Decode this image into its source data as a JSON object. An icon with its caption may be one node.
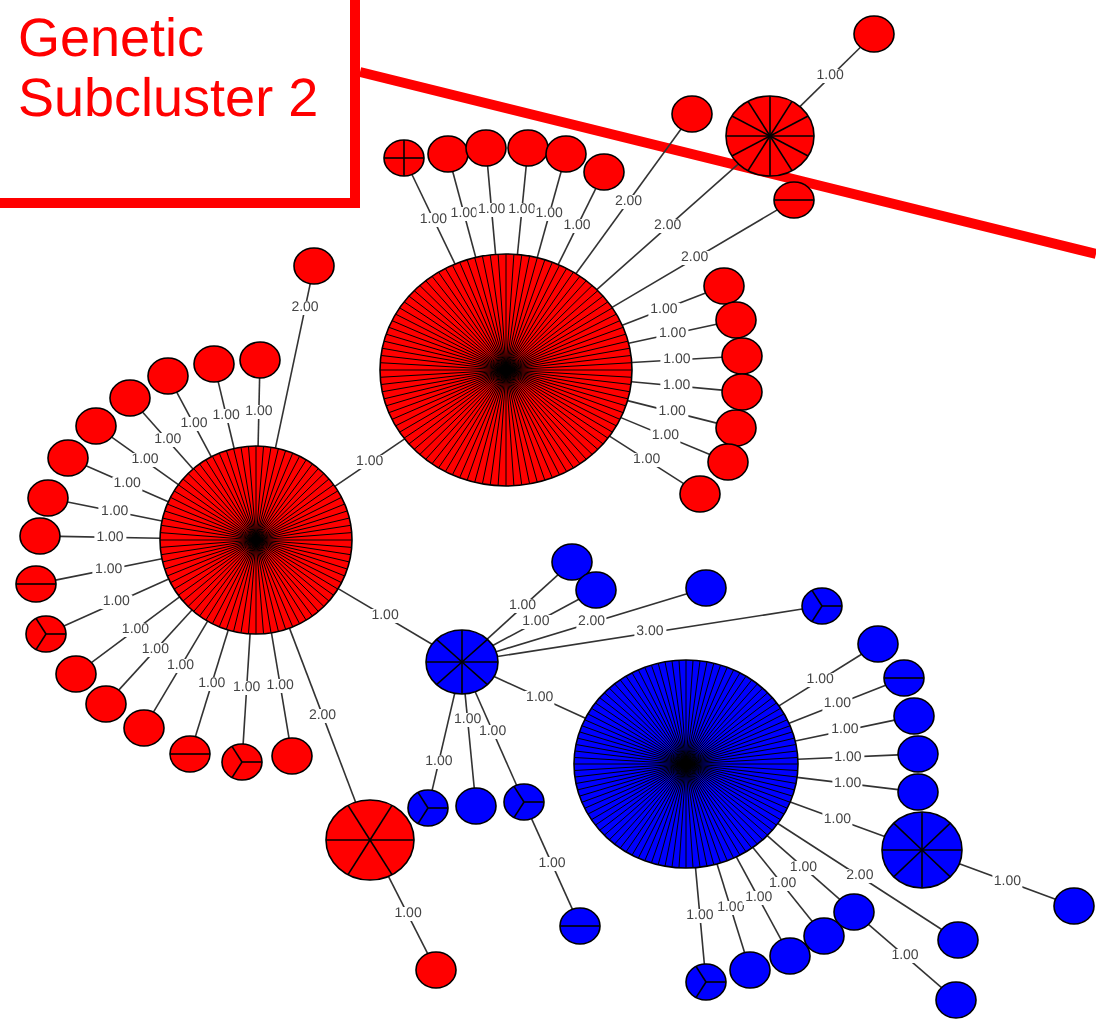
{
  "diagram": {
    "nodes": [
      {
        "text": [
          "Genetic Subcluster 2"
        ]
      },
      {
        "text": [],
        "shape": "circle"
      },
      {
        "text": [],
        "shape": "circle"
      },
      {
        "text": [],
        "shape": "circle"
      },
      {
        "text": [],
        "shape": "circle"
      },
      {
        "text": [],
        "shape": "circle"
      },
      {
        "text": [],
        "shape": "circle"
      },
      {
        "text": [],
        "shape": "circle"
      },
      {
        "text": [],
        "shape": "circle"
      },
      {
        "text": [],
        "shape": "circle"
      },
      {
        "text": [],
        "shape": "circle"
      },
      {
        "text": [],
        "shape": "circle"
      },
      {
        "text": [],
        "shape": "circle"
      },
      {
        "text": [],
        "shape": "circle"
      },
      {
        "text": [],
        "shape": "circle"
      },
      {
        "text": [],
        "shape": "circle"
      },
      {
        "text": [],
        "shape": "circle"
      },
      {
        "text": [],
        "shape": "circle"
      },
      {
        "text": [],
        "shape": "circle"
      },
      {
        "text": [],
        "shape": "circle"
      },
      {
        "text": [],
        "shape": "circle"
      },
      {
        "text": [],
        "shape": "circle"
      },
      {
        "text": [],
        "shape": "circle"
      },
      {
        "text": [],
        "shape": "circle"
      },
      {
        "text": [],
        "shape": "circle"
      },
      {
        "text": [],
        "shape": "circle"
      },
      {
        "text": [],
        "shape": "circle"
      },
      {
        "text": [],
        "shape": "circle"
      },
      {
        "text": [],
        "shape": "circle"
      },
      {
        "text": [],
        "shape": "circle"
      },
      {
        "text": [],
        "shape": "circle"
      },
      {
        "text": [],
        "shape": "circle"
      },
      {
        "text": [],
        "shape": "circle"
      },
      {
        "text": [],
        "shape": "circle"
      },
      {
        "text": [],
        "shape": "circle"
      },
      {
        "text": [],
        "shape": "circle"
      },
      {
        "text": [],
        "shape": "circle"
      },
      {
        "text": [],
        "shape": "circle"
      },
      {
        "text": [],
        "shape": "circle"
      },
      {
        "text": [],
        "shape": "circle"
      },
      {
        "text": [],
        "shape": "circle"
      },
      {
        "text": [],
        "shape": "circle"
      },
      {
        "text": [],
        "shape": "circle"
      },
      {
        "text": [],
        "shape": "circle"
      },
      {
        "text": [],
        "shape": "circle"
      },
      {
        "text": [],
        "shape": "circle"
      },
      {
        "text": [],
        "shape": "circle"
      },
      {
        "text": [],
        "shape": "circle"
      },
      {
        "text": [],
        "shape": "circle"
      },
      {
        "text": [],
        "shape": "circle"
      },
      {
        "text": [],
        "shape": "circle"
      },
      {
        "text": [],
        "shape": "circle"
      },
      {
        "text": [],
        "shape": "circle"
      },
      {
        "text": [],
        "shape": "circle"
      },
      {
        "text": [],
        "shape": "circle"
      },
      {
        "text": [],
        "shape": "circle"
      },
      {
        "text": [],
        "shape": "circle"
      },
      {
        "text": [],
        "shape": "circle"
      },
      {
        "text": [],
        "shape": "circle"
      },
      {
        "text": [],
        "shape": "circle"
      },
      {
        "text": [],
        "shape": "circle"
      },
      {
        "text": [],
        "shape": "circle"
      },
      {
        "text": [],
        "shape": "circle"
      }
    ],
    "edges": [
      {
        "from": 0,
        "to": null,
        "arrow": "none",
        "style": "thick",
        "color": "#ff0000"
      },
      {
        "from": 3,
        "to": 4,
        "arrow": "none",
        "label": "1.00"
      },
      {
        "from": 1,
        "to": 5,
        "arrow": "none",
        "label": "1.00"
      },
      {
        "from": 1,
        "to": 6,
        "arrow": "none",
        "label": "1.00"
      },
      {
        "from": 1,
        "to": 7,
        "arrow": "none",
        "label": "1.00"
      },
      {
        "from": 1,
        "to": 8,
        "arrow": "none",
        "label": "1.00"
      },
      {
        "from": 1,
        "to": 9,
        "arrow": "none",
        "label": "1.00"
      },
      {
        "from": 1,
        "to": 10,
        "arrow": "none",
        "label": "1.00"
      },
      {
        "from": 1,
        "to": 11,
        "arrow": "none",
        "label": "2.00"
      },
      {
        "from": 1,
        "to": 3,
        "arrow": "none",
        "label": "2.00"
      },
      {
        "from": 1,
        "to": 12,
        "arrow": "none",
        "label": "2.00"
      },
      {
        "from": 1,
        "to": 13,
        "arrow": "none",
        "label": "1.00"
      },
      {
        "from": 1,
        "to": 14,
        "arrow": "none",
        "label": "1.00"
      },
      {
        "from": 1,
        "to": 15,
        "arrow": "none",
        "label": "1.00"
      },
      {
        "from": 1,
        "to": 16,
        "arrow": "none",
        "label": "1.00"
      },
      {
        "from": 1,
        "to": 17,
        "arrow": "none",
        "label": "1.00"
      },
      {
        "from": 1,
        "to": 18,
        "arrow": "none",
        "label": "1.00"
      },
      {
        "from": 1,
        "to": 19,
        "arrow": "none",
        "label": "1.00"
      },
      {
        "from": 1,
        "to": 2,
        "arrow": "none",
        "label": "1.00"
      },
      {
        "from": 2,
        "to": 20,
        "arrow": "none",
        "label": "2.00"
      },
      {
        "from": 2,
        "to": 21,
        "arrow": "none",
        "label": "1.00"
      },
      {
        "from": 2,
        "to": 22,
        "arrow": "none",
        "label": "1.00"
      },
      {
        "from": 2,
        "to": 23,
        "arrow": "none",
        "label": "1.00"
      },
      {
        "from": 2,
        "to": 24,
        "arrow": "none",
        "label": "1.00"
      },
      {
        "from": 2,
        "to": 25,
        "arrow": "none",
        "label": "1.00"
      },
      {
        "from": 2,
        "to": 26,
        "arrow": "none",
        "label": "1.00"
      },
      {
        "from": 2,
        "to": 27,
        "arrow": "none",
        "label": "1.00"
      },
      {
        "from": 2,
        "to": 28,
        "arrow": "none",
        "label": "1.00"
      },
      {
        "from": 2,
        "to": 29,
        "arrow": "none",
        "label": "1.00"
      },
      {
        "from": 2,
        "to": 30,
        "arrow": "none",
        "label": "1.00"
      },
      {
        "from": 2,
        "to": 31,
        "arrow": "none",
        "label": "1.00"
      },
      {
        "from": 2,
        "to": 32,
        "arrow": "none",
        "label": "1.00"
      },
      {
        "from": 2,
        "to": 33,
        "arrow": "none",
        "label": "1.00"
      },
      {
        "from": 2,
        "to": 34,
        "arrow": "none",
        "label": "1.00"
      },
      {
        "from": 2,
        "to": 35,
        "arrow": "none",
        "label": "1.00"
      },
      {
        "from": 2,
        "to": 36,
        "arrow": "none",
        "label": "1.00"
      },
      {
        "from": 2,
        "to": 37,
        "arrow": "none",
        "label": "2.00"
      },
      {
        "from": 37,
        "to": 38,
        "arrow": "none",
        "label": "1.00"
      },
      {
        "from": 2,
        "to": 39,
        "arrow": "none",
        "label": "1.00"
      },
      {
        "from": 39,
        "to": 40,
        "arrow": "none",
        "label": "1.00"
      },
      {
        "from": 39,
        "to": 41,
        "arrow": "none",
        "label": "1.00"
      },
      {
        "from": 39,
        "to": 42,
        "arrow": "none",
        "label": "2.00"
      },
      {
        "from": 39,
        "to": 43,
        "arrow": "none",
        "label": "3.00"
      },
      {
        "from": 39,
        "to": 44,
        "arrow": "none",
        "label": "1.00"
      },
      {
        "from": 39,
        "to": 45,
        "arrow": "none",
        "label": "1.00"
      },
      {
        "from": 39,
        "to": 46,
        "arrow": "none",
        "label": "1.00"
      },
      {
        "from": 39,
        "to": 47,
        "arrow": "none",
        "label": "1.00"
      },
      {
        "from": 47,
        "to": 48,
        "arrow": "none",
        "label": "1.00"
      },
      {
        "from": 44,
        "to": 49,
        "arrow": "none",
        "label": "1.00"
      },
      {
        "from": 44,
        "to": 50,
        "arrow": "none",
        "label": "1.00"
      },
      {
        "from": 44,
        "to": 51,
        "arrow": "none",
        "label": "1.00"
      },
      {
        "from": 44,
        "to": 52,
        "arrow": "none",
        "label": "1.00"
      },
      {
        "from": 44,
        "to": 53,
        "arrow": "none",
        "label": "1.00"
      },
      {
        "from": 44,
        "to": 54,
        "arrow": "none",
        "label": "1.00"
      },
      {
        "from": 54,
        "to": 55,
        "arrow": "none",
        "label": "1.00"
      },
      {
        "from": 44,
        "to": 56,
        "arrow": "none",
        "label": "1.00"
      },
      {
        "from": 44,
        "to": 57,
        "arrow": "none",
        "label": "1.00"
      },
      {
        "from": 44,
        "to": 58,
        "arrow": "none",
        "label": "1.00"
      },
      {
        "from": 44,
        "to": 59,
        "arrow": "none",
        "label": "1.00"
      },
      {
        "from": 44,
        "to": 60,
        "arrow": "none",
        "label": "1.00"
      },
      {
        "from": 60,
        "to": 61,
        "arrow": "none",
        "label": "1.00"
      },
      {
        "from": 44,
        "to": 62,
        "arrow": "none",
        "label": "2.00"
      }
    ]
  }
}
